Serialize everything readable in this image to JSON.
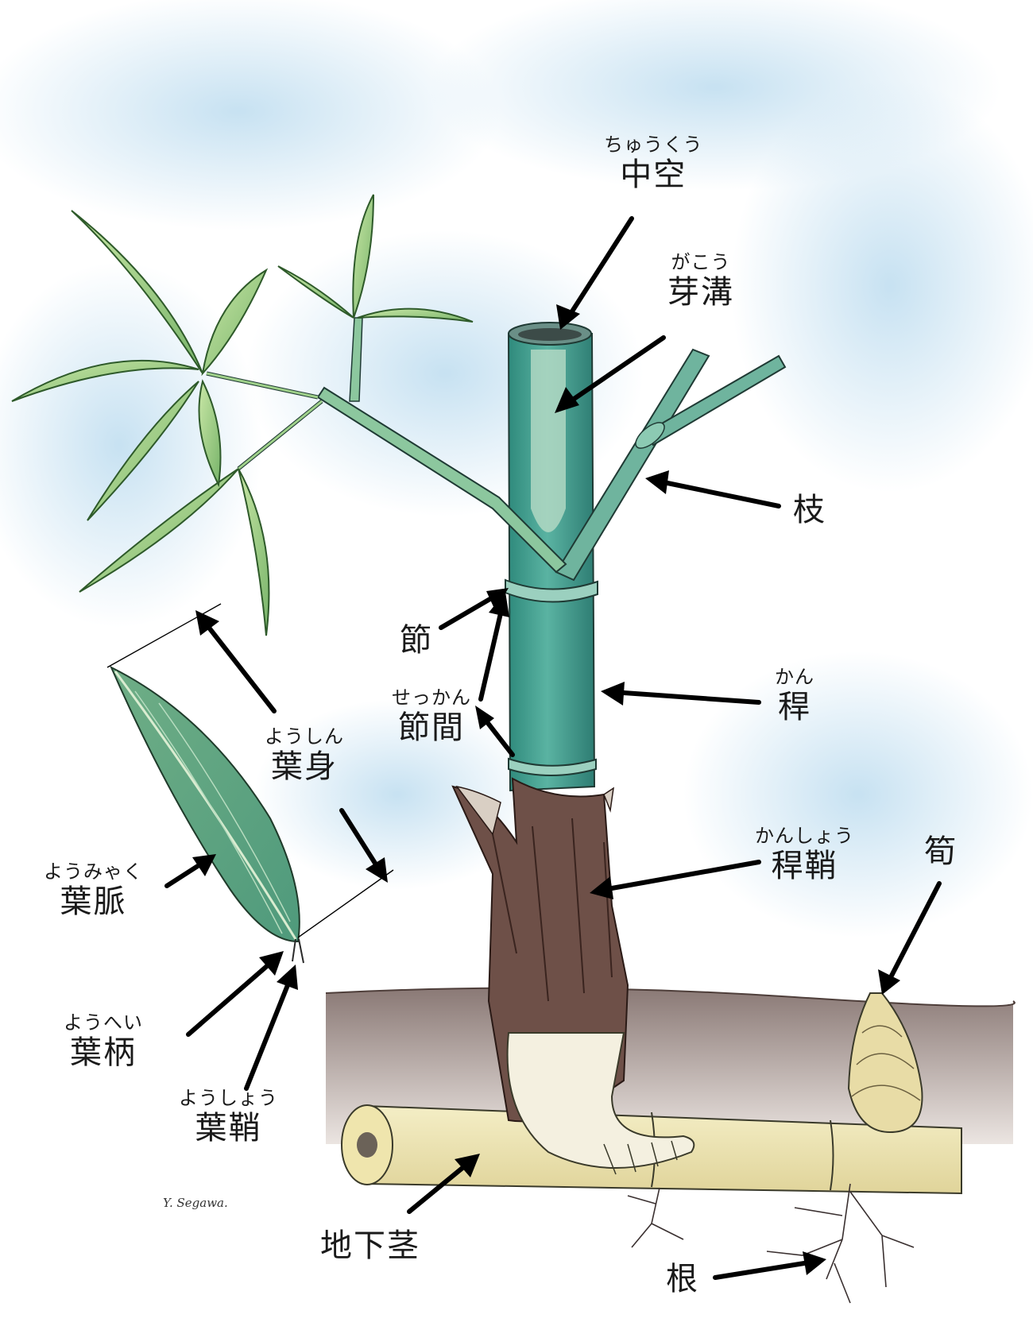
{
  "labels": {
    "chukuu": {
      "ruby": "ちゅうくう",
      "kanji": "中空"
    },
    "gakou": {
      "ruby": "がこう",
      "kanji": "芽溝"
    },
    "eda": {
      "ruby": "",
      "kanji": "枝"
    },
    "fushi": {
      "ruby": "",
      "kanji": "節"
    },
    "sekkan": {
      "ruby": "せっかん",
      "kanji": "節間"
    },
    "kan": {
      "ruby": "かん",
      "kanji": "稈"
    },
    "youshin": {
      "ruby": "ようしん",
      "kanji": "葉身"
    },
    "kanshou": {
      "ruby": "かんしょう",
      "kanji": "稈鞘"
    },
    "takenoko": {
      "ruby": "",
      "kanji": "筍"
    },
    "youmyaku": {
      "ruby": "ようみゃく",
      "kanji": "葉脈"
    },
    "youhei": {
      "ruby": "ようへい",
      "kanji": "葉柄"
    },
    "youshou": {
      "ruby": "ようしょう",
      "kanji": "葉鞘"
    },
    "chikakei": {
      "ruby": "",
      "kanji": "地下茎"
    },
    "ne": {
      "ruby": "",
      "kanji": "根"
    }
  },
  "signature": "Y. Segawa.",
  "colors": {
    "sky": "#cfe6f3",
    "culm": "#4fa898",
    "culm_dark": "#2f7f74",
    "leaf": "#9fd08a",
    "leaf_dark": "#5f9e58",
    "sheath": "#6e5048",
    "soil": "#8a7670",
    "rhizome": "#efe6b4",
    "arrow": "#000000"
  }
}
